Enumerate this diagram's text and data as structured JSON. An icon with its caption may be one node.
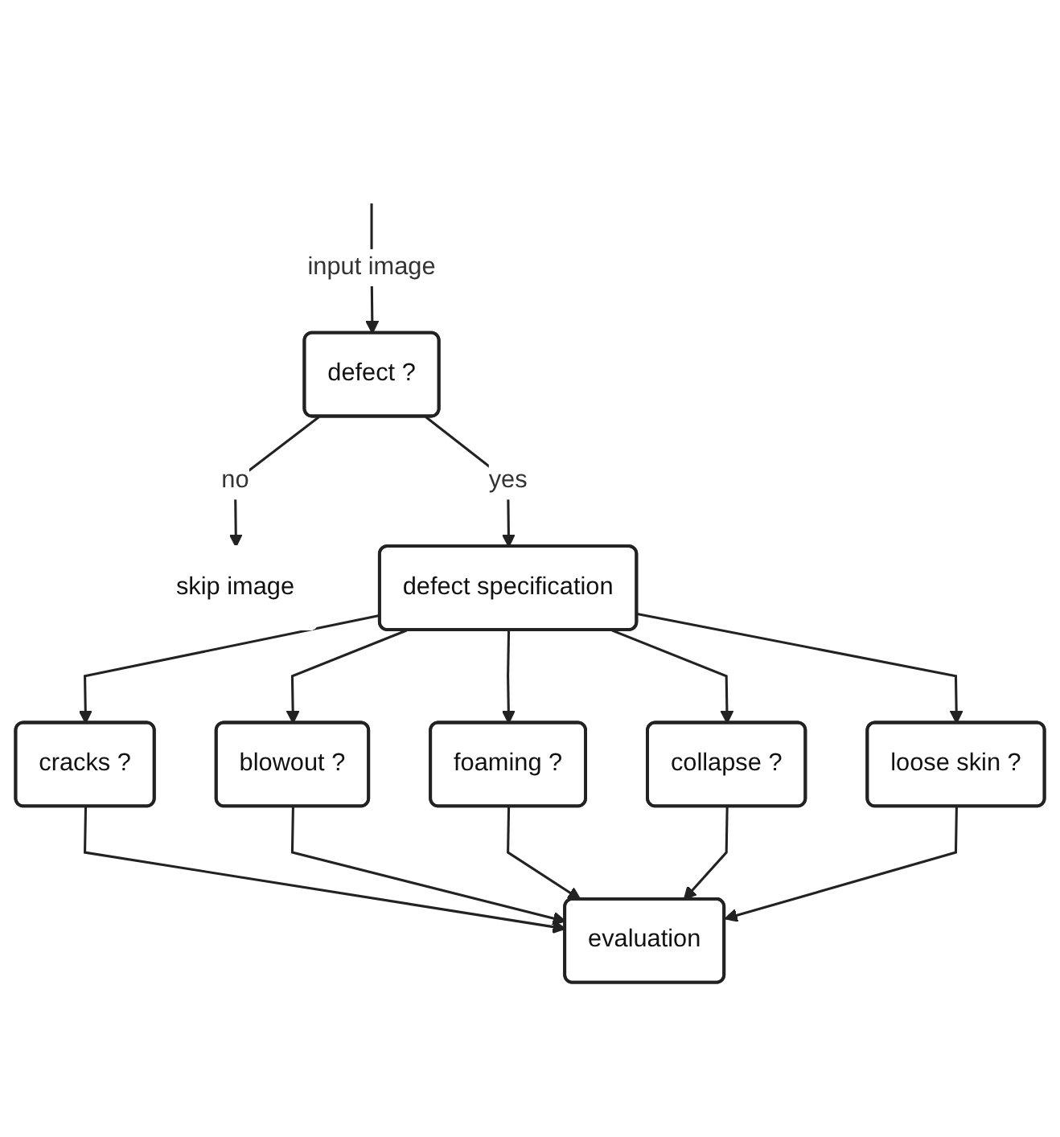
{
  "diagram": {
    "nodes": [
      {
        "text": [
          "defect ?"
        ]
      },
      {
        "text": [
          "skip image"
        ]
      },
      {
        "text": [
          "defect specification"
        ]
      },
      {
        "text": [
          "cracks ?"
        ]
      },
      {
        "text": [
          "blowout ?"
        ]
      },
      {
        "text": [
          "foaming ?"
        ]
      },
      {
        "text": [
          "collapse ?"
        ]
      },
      {
        "text": [
          "loose skin ?"
        ]
      },
      {
        "text": [
          "evaluation"
        ]
      }
    ],
    "edges": [
      {
        "from": null,
        "to": 0,
        "arrow": "to",
        "label": "input image"
      },
      {
        "from": 0,
        "to": 1,
        "arrow": "to",
        "label": "no"
      },
      {
        "from": 0,
        "to": 2,
        "arrow": "to",
        "label": "yes"
      },
      {
        "from": 2,
        "to": 3,
        "arrow": "to"
      },
      {
        "from": 2,
        "to": 4,
        "arrow": "to"
      },
      {
        "from": 2,
        "to": 5,
        "arrow": "to"
      },
      {
        "from": 2,
        "to": 6,
        "arrow": "to"
      },
      {
        "from": 2,
        "to": 7,
        "arrow": "to"
      },
      {
        "from": 3,
        "to": 8,
        "arrow": "to"
      },
      {
        "from": 4,
        "to": 8,
        "arrow": "to"
      },
      {
        "from": 5,
        "to": 8,
        "arrow": "to"
      },
      {
        "from": 6,
        "to": 8,
        "arrow": "to"
      },
      {
        "from": 7,
        "to": 8,
        "arrow": "to"
      }
    ]
  }
}
